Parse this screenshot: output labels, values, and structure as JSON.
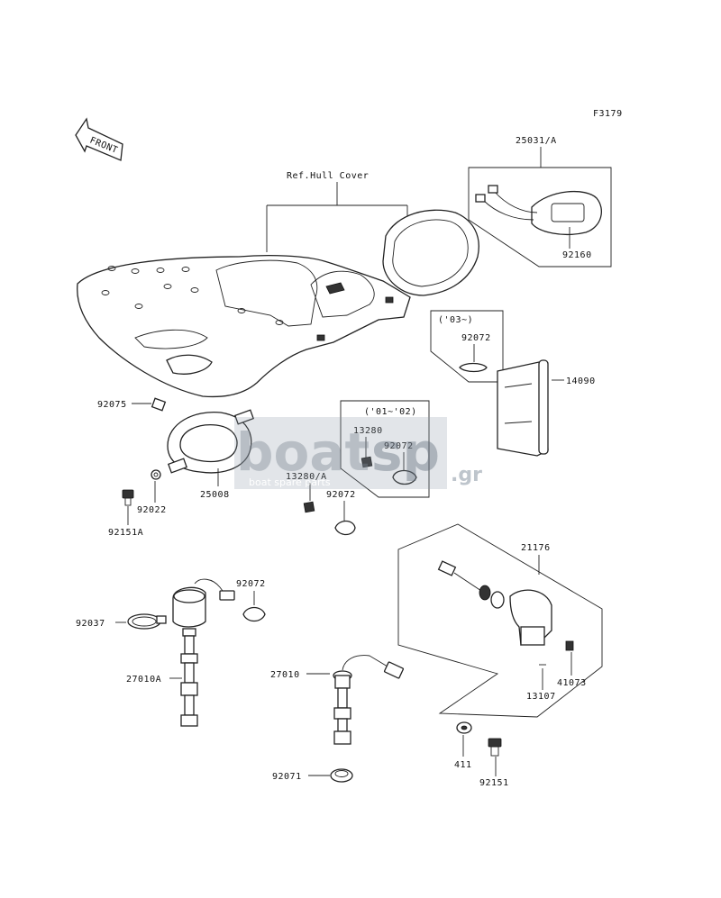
{
  "figure_code": "F3179",
  "front_label": "FRONT",
  "ref_label": "Ref.Hull Cover",
  "parts": {
    "p25031A": "25031/A",
    "p92160": "92160",
    "p03": "('03~)",
    "p92072a": "92072",
    "p14090": "14090",
    "p92075": "92075",
    "p0102": "('01~'02)",
    "p13280": "13280",
    "p92072b": "92072",
    "p13280A": "13280/A",
    "p92072c": "92072",
    "p25008": "25008",
    "p92022": "92022",
    "p92151A": "92151A",
    "p92072d": "92072",
    "p92037": "92037",
    "p27010A": "27010A",
    "p27010": "27010",
    "p92071": "92071",
    "p21176": "21176",
    "p41073": "41073",
    "p13107": "13107",
    "p411": "411",
    "p92151": "92151"
  },
  "watermark": {
    "text_a": "boat",
    "text_b": "sp",
    "suffix": ".gr",
    "tagline": "boat spare parts"
  }
}
